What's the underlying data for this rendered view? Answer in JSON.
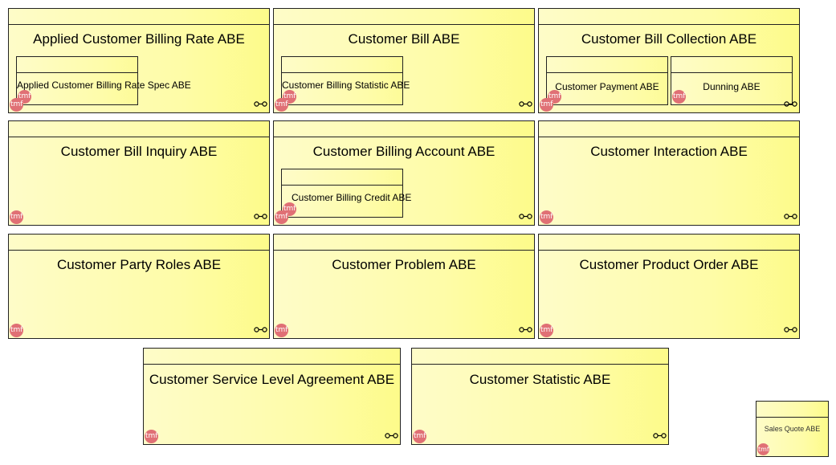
{
  "diagram": {
    "boxes": [
      {
        "id": "applied-customer-billing-rate",
        "label": "Applied Customer Billing Rate ABE",
        "children": [
          {
            "id": "applied-customer-billing-rate-spec",
            "label": "Applied Customer Billing Rate Spec ABE"
          }
        ]
      },
      {
        "id": "customer-bill",
        "label": "Customer Bill ABE",
        "children": [
          {
            "id": "customer-billing-statistic",
            "label": "Customer Billing Statistic ABE"
          }
        ]
      },
      {
        "id": "customer-bill-collection",
        "label": "Customer Bill Collection ABE",
        "children": [
          {
            "id": "customer-payment",
            "label": "Customer Payment ABE"
          },
          {
            "id": "dunning",
            "label": "Dunning ABE"
          }
        ]
      },
      {
        "id": "customer-bill-inquiry",
        "label": "Customer Bill Inquiry ABE",
        "children": []
      },
      {
        "id": "customer-billing-account",
        "label": "Customer Billing Account ABE",
        "children": [
          {
            "id": "customer-billing-credit",
            "label": "Customer Billing Credit ABE"
          }
        ]
      },
      {
        "id": "customer-interaction",
        "label": "Customer Interaction ABE",
        "children": []
      },
      {
        "id": "customer-party-roles",
        "label": "Customer Party Roles ABE",
        "children": []
      },
      {
        "id": "customer-problem",
        "label": "Customer Problem ABE",
        "children": []
      },
      {
        "id": "customer-product-order",
        "label": "Customer Product Order ABE",
        "children": []
      },
      {
        "id": "customer-service-level-agreement",
        "label": "Customer Service Level Agreement ABE",
        "children": []
      },
      {
        "id": "customer-statistic",
        "label": "Customer Statistic ABE",
        "children": []
      },
      {
        "id": "sales-quote",
        "label": "Sales Quote ABE",
        "children": []
      }
    ],
    "logo_text": "tmf",
    "colors": {
      "box_fill": "#fefca8",
      "border": "#222222",
      "logo": "#e07075"
    }
  }
}
